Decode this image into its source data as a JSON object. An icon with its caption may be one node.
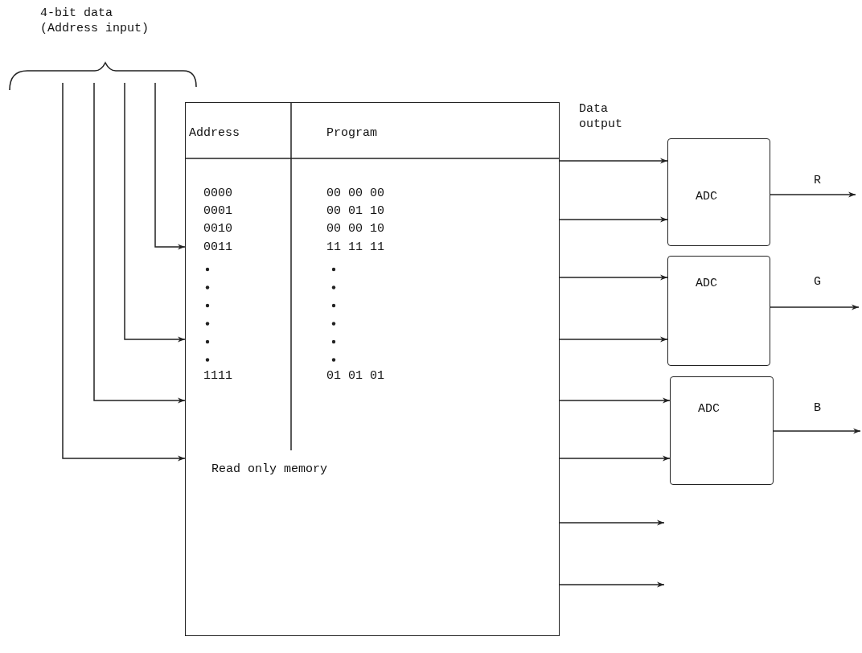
{
  "diagram": {
    "nodes": [
      {
        "text": [
          "Address",
          "Program",
          "0000",
          "00 00 00",
          "0001",
          "00 01 10",
          "0010",
          "00 00 10",
          "0011",
          "11 11 11",
          "1111",
          "01 01 01",
          "Read only memory"
        ]
      },
      {
        "text": [
          "ADC"
        ]
      },
      {
        "text": [
          "ADC"
        ]
      },
      {
        "text": [
          "ADC"
        ]
      }
    ],
    "edges": [
      {
        "from": null,
        "to": 0,
        "arrow": "to"
      },
      {
        "from": null,
        "to": 0,
        "arrow": "to"
      },
      {
        "from": null,
        "to": 0,
        "arrow": "to"
      },
      {
        "from": null,
        "to": 0,
        "arrow": "to"
      },
      {
        "from": 0,
        "to": 1,
        "arrow": "to"
      },
      {
        "from": 0,
        "to": 1,
        "arrow": "to"
      },
      {
        "from": 0,
        "to": 2,
        "arrow": "to"
      },
      {
        "from": 0,
        "to": 2,
        "arrow": "to"
      },
      {
        "from": 0,
        "to": 3,
        "arrow": "to"
      },
      {
        "from": 0,
        "to": 3,
        "arrow": "to"
      },
      {
        "from": 0,
        "to": null,
        "arrow": "to"
      },
      {
        "from": 0,
        "to": null,
        "arrow": "to"
      },
      {
        "from": 1,
        "to": null,
        "label": "R",
        "arrow": "to"
      },
      {
        "from": 2,
        "to": null,
        "label": "G",
        "arrow": "to"
      },
      {
        "from": 3,
        "to": null,
        "label": "B",
        "arrow": "to"
      }
    ],
    "labels": [
      "4-bit data (Address input)",
      "Data output"
    ]
  }
}
